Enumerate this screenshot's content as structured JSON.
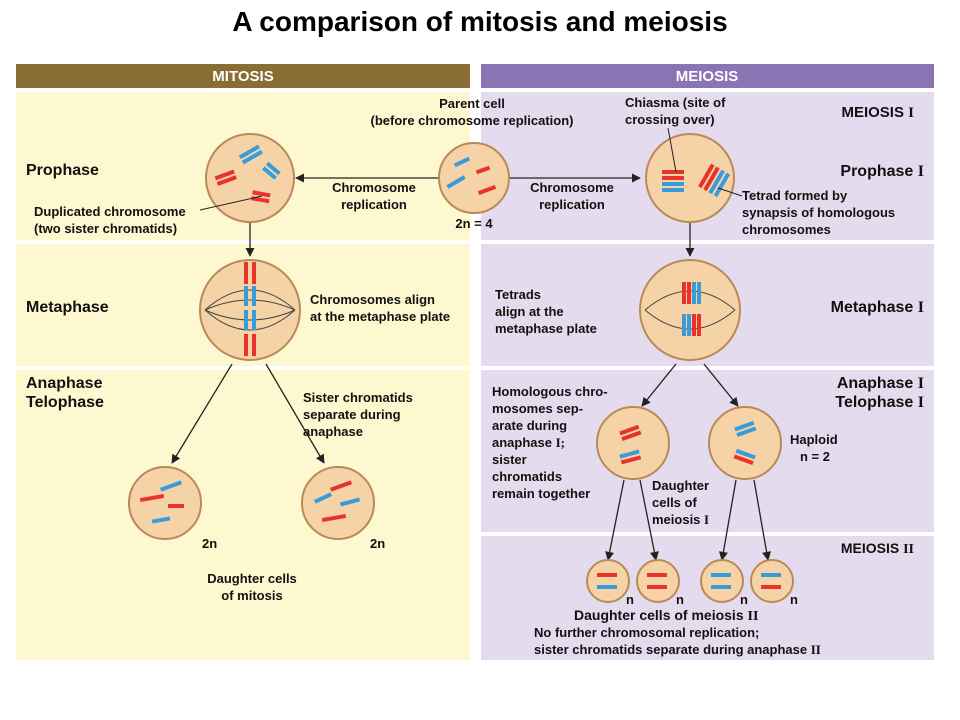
{
  "title": "A comparison of mitosis and meiosis",
  "colors": {
    "mitosis_header": "#8a6d33",
    "meiosis_header": "#8a74b4",
    "mitosis_bg": "#fdf8cf",
    "meiosis_bg": "#e4dcee",
    "cell_fill": "#f6d3a6",
    "cell_stroke": "#b88a58",
    "chrom_red": "#e8332b",
    "chrom_blue": "#3a9bd9"
  },
  "headers": {
    "mitosis": "MITOSIS",
    "meiosis": "MEIOSIS"
  },
  "parent": {
    "line1": "Parent cell",
    "line2": "(before chromosome replication)",
    "ploidy": "2n = 4"
  },
  "mitosis": {
    "prophase": "Prophase",
    "replication_1": "Chromosome",
    "replication_2": "replication",
    "dup_1": "Duplicated chromosome",
    "dup_2": "(two sister chromatids)",
    "metaphase": "Metaphase",
    "align_1": "Chromosomes align",
    "align_2": "at the metaphase plate",
    "anaphase": "Anaphase",
    "telophase": "Telophase",
    "sep_1": "Sister chromatids",
    "sep_2": "separate during",
    "sep_3": "anaphase",
    "ploidy_left": "2n",
    "ploidy_right": "2n",
    "daughter_1": "Daughter cells",
    "daughter_2": "of mitosis"
  },
  "meiosis": {
    "meiosis_1_label": "MEIOSIS",
    "meiosis_1_num": "I",
    "chiasma_1": "Chiasma (site of",
    "chiasma_2": "crossing over)",
    "replication_1": "Chromosome",
    "replication_2": "replication",
    "prophase": "Prophase",
    "prophase_num": "I",
    "tetrad_1": "Tetrad formed by",
    "tetrad_2": "synapsis of homologous",
    "tetrad_3": "chromosomes",
    "tetrads_align_1": "Tetrads",
    "tetrads_align_2": "align at the",
    "tetrads_align_3": "metaphase plate",
    "metaphase": "Metaphase",
    "metaphase_num": "I",
    "anaphase": "Anaphase",
    "anaphase_num": "I",
    "telophase": "Telophase",
    "telophase_num": "I",
    "homolog_1": "Homologous chro-",
    "homolog_2": "mosomes sep-",
    "homolog_3": "arate during",
    "homolog_4": "anaphase",
    "homolog_4_num": "I;",
    "homolog_5": "sister",
    "homolog_6": "chromatids",
    "homolog_7": "remain together",
    "haploid_1": "Haploid",
    "haploid_2": "n = 2",
    "d1_1": "Daughter",
    "d1_2": "cells of",
    "d1_3": "meiosis",
    "d1_num": "I",
    "meiosis_2_label": "MEIOSIS",
    "meiosis_2_num": "II",
    "n1": "n",
    "n2": "n",
    "n3": "n",
    "n4": "n",
    "d2": "Daughter cells of meiosis",
    "d2_num": "II",
    "nofurther_1": "No further chromosomal replication;",
    "nofurther_2": "sister chromatids separate during anaphase",
    "nofurther_num": "II"
  }
}
